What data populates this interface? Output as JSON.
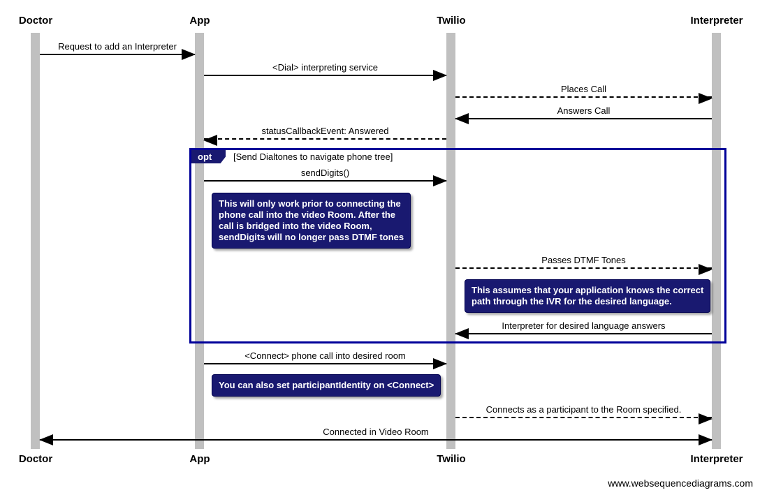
{
  "diagram": {
    "actors": [
      {
        "name": "Doctor"
      },
      {
        "name": "App"
      },
      {
        "name": "Twilio"
      },
      {
        "name": "Interpreter"
      }
    ],
    "messages": [
      {
        "label": "Request to add an Interpreter",
        "from": "Doctor",
        "to": "App",
        "line": "solid"
      },
      {
        "label": "<Dial> interpreting service",
        "from": "App",
        "to": "Twilio",
        "line": "solid"
      },
      {
        "label": "Places Call",
        "from": "Twilio",
        "to": "Interpreter",
        "line": "dashed"
      },
      {
        "label": "Answers Call",
        "from": "Interpreter",
        "to": "Twilio",
        "line": "solid"
      },
      {
        "label": "statusCallbackEvent: Answered",
        "from": "Twilio",
        "to": "App",
        "line": "dashed"
      },
      {
        "label": "sendDigits()",
        "from": "App",
        "to": "Twilio",
        "line": "solid"
      },
      {
        "label": "Passes DTMF Tones",
        "from": "Twilio",
        "to": "Interpreter",
        "line": "dashed"
      },
      {
        "label": "Interpreter for desired language answers",
        "from": "Interpreter",
        "to": "Twilio",
        "line": "solid"
      },
      {
        "label": "<Connect> phone call into desired room",
        "from": "App",
        "to": "Twilio",
        "line": "solid"
      },
      {
        "label": "Connects as a participant to the Room specified.",
        "from": "Twilio",
        "to": "Interpreter",
        "line": "dashed"
      },
      {
        "label": "Connected in Video Room",
        "from": "Interpreter",
        "to": "Doctor",
        "line": "solid-bidirectional"
      }
    ],
    "frame": {
      "label": "opt",
      "condition": "[Send Dialtones to navigate phone tree]"
    },
    "notes": [
      {
        "lines": [
          "This will only work prior to connecting the",
          "phone call into the video Room. After the",
          "call is bridged into the video Room,",
          "sendDigits will no longer pass DTMF tones"
        ]
      },
      {
        "lines": [
          "This assumes that your application knows the correct",
          "path through the IVR for the desired language."
        ]
      },
      {
        "lines": [
          "You can also set participantIdentity on <Connect>"
        ]
      }
    ],
    "watermark": "www.websequencediagrams.com",
    "colors": {
      "note_background": "#191970",
      "note_text": "#ffffff",
      "frame_border": "#000099",
      "lifeline_bar": "#c0c0c0",
      "line": "#000000"
    }
  }
}
